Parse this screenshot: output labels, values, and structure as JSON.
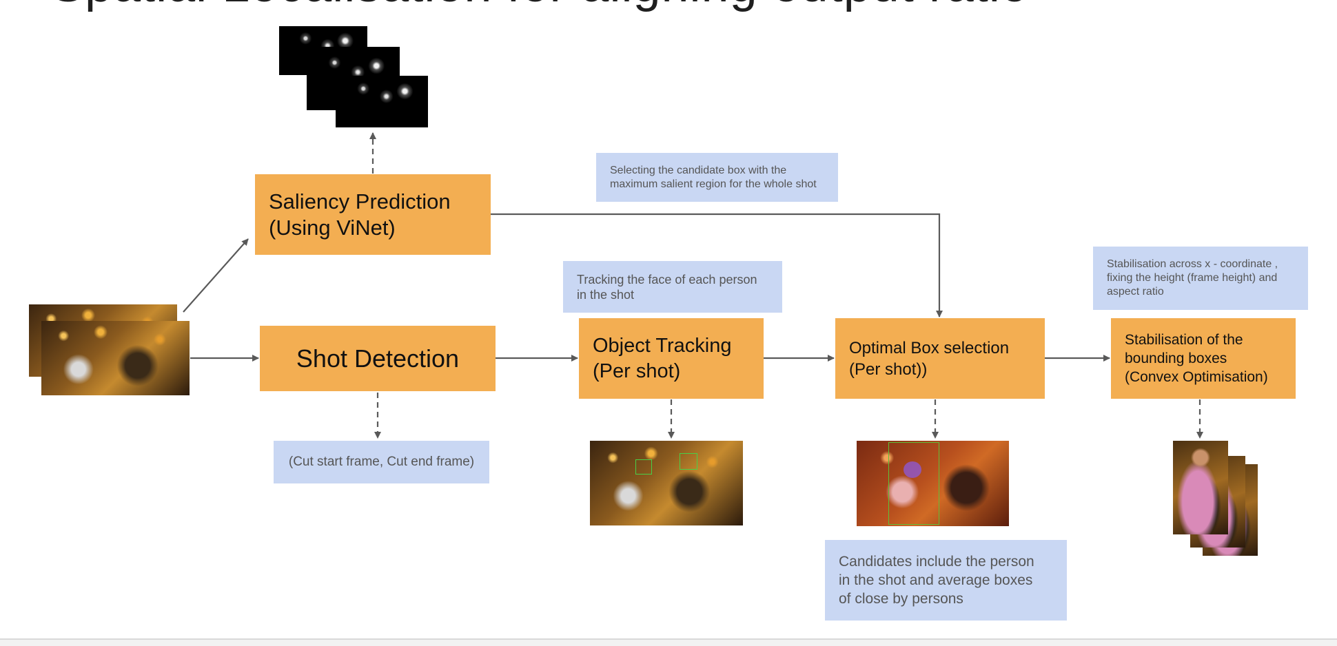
{
  "title": "Spatial Localisation for aligning output ratio",
  "boxes": {
    "saliency": "Saliency Prediction\n(Using ViNet)",
    "shot_detection": "Shot Detection",
    "object_tracking": "Object Tracking\n(Per shot)",
    "optimal_box": "Optimal Box selection\n(Per shot))",
    "stabilisation": "Stabilisation of the\nbounding boxes\n(Convex Optimisation)"
  },
  "notes": {
    "candidate_box": "Selecting the candidate box with the\nmaximum salient region for the whole shot",
    "tracking_face": "Tracking the face of each person\nin the shot",
    "stabilisation_axis": "Stabilisation across x - coordinate ,\nfixing the height (frame height) and\naspect ratio",
    "cut_frames": "(Cut start frame, Cut end frame)",
    "candidates": "Candidates include the person\nin the shot and average boxes\nof close by persons"
  },
  "colors": {
    "process_box": "#f3ae52",
    "note_box": "#c9d7f3",
    "arrow": "#595959"
  }
}
